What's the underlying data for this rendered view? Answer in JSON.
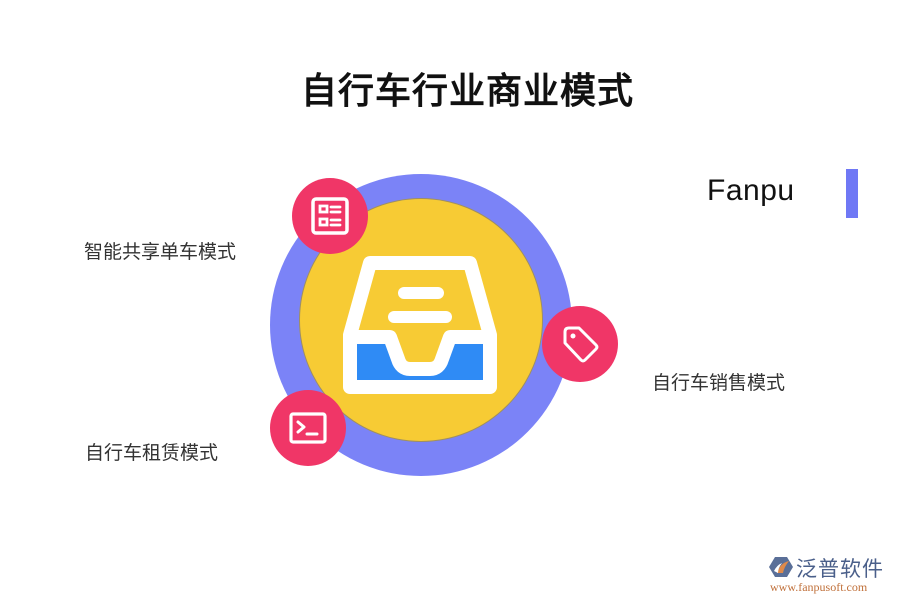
{
  "title": "自行车行业商业模式",
  "brand": {
    "text": "Fanpu",
    "bar_color": "#6f78f5"
  },
  "diagram": {
    "outer_circle_color": "#7b83f7",
    "inner_circle_color": "#f7cb34",
    "badge_color": "#f03667",
    "center_icon": "inbox-tray-icon",
    "items": [
      {
        "label": "智能共享单车模式",
        "icon": "list-layout-icon"
      },
      {
        "label": "自行车销售模式",
        "icon": "price-tag-icon"
      },
      {
        "label": "自行车租赁模式",
        "icon": "terminal-icon"
      }
    ]
  },
  "logo": {
    "name": "泛普软件",
    "url": "www.fanpusoft.com"
  }
}
